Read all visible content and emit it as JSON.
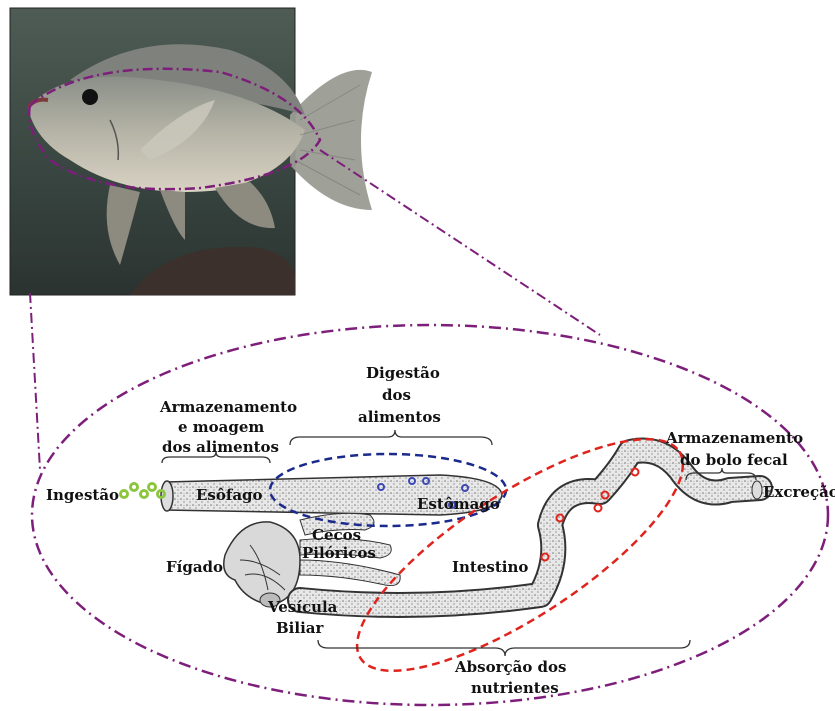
{
  "colors": {
    "purple_outline": "#7d1f7a",
    "blue_ellipse": "#1a2a8c",
    "red_ellipse": "#e0231c",
    "green_food": "#8cc63f",
    "photo_water": "#3d4a44"
  },
  "labels": {
    "ingestao": "Ingestão",
    "esofago": "Esôfago",
    "estomago": "Estômago",
    "figado": "Fígado",
    "cecos_1": "Cecos",
    "cecos_2": "Pilóricos",
    "vesicula_1": "Vesícula",
    "vesicula_2": "Biliar",
    "intestino": "Intestino",
    "excrecao": "Excreção",
    "armazenamento_1": "Armazenamento",
    "armazenamento_2": "e moagem",
    "armazenamento_3": "dos alimentos",
    "digestao_1": "Digestão",
    "digestao_2": "dos",
    "digestao_3": "alimentos",
    "bolo_1": "Armazenamento",
    "bolo_2": "do bolo fecal",
    "absorcao_1": "Absorção dos",
    "absorcao_2": "nutrientes"
  },
  "icons": {
    "photo": "tilapia-fish-photo",
    "food": "food-pellets-icon"
  }
}
